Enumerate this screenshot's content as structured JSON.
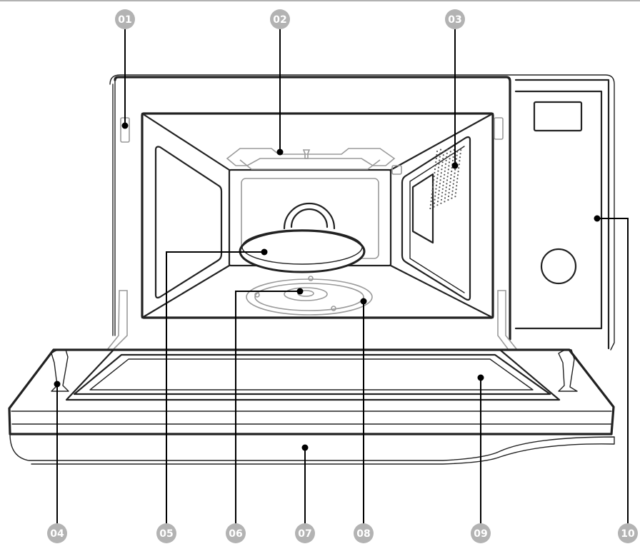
{
  "callouts": [
    {
      "id": "01",
      "label": "01"
    },
    {
      "id": "02",
      "label": "02"
    },
    {
      "id": "03",
      "label": "03"
    },
    {
      "id": "04",
      "label": "04"
    },
    {
      "id": "05",
      "label": "05"
    },
    {
      "id": "06",
      "label": "06"
    },
    {
      "id": "07",
      "label": "07"
    },
    {
      "id": "08",
      "label": "08"
    },
    {
      "id": "09",
      "label": "09"
    },
    {
      "id": "10",
      "label": "10"
    }
  ],
  "colors": {
    "callout_fill": "#b3b3b3",
    "callout_text": "#ffffff",
    "line": "#222222"
  }
}
